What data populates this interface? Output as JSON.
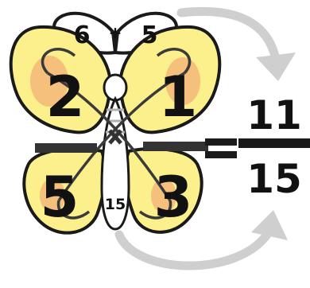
{
  "butterfly": {
    "top_left_numerator": "2",
    "top_right_numerator": "1",
    "bottom_left_denominator": "5",
    "bottom_right_denominator": "3",
    "antenna_left_product": "6",
    "antenna_plus": "+",
    "antenna_right_product": "5",
    "body_product": "15"
  },
  "result": {
    "equals": "=",
    "numerator": "11",
    "denominator": "15"
  },
  "colors": {
    "wing": "#fcf08c",
    "spot": "#f5bf7c",
    "outline": "#1a1a1a",
    "arrow": "#cfcfcf"
  }
}
